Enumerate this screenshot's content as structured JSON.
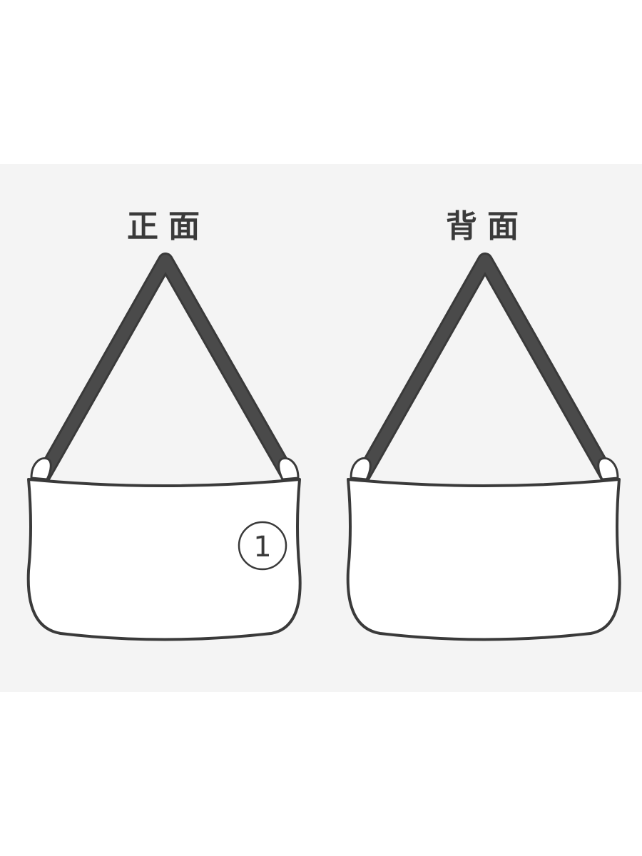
{
  "labels": {
    "front": "正面",
    "back": "背面"
  },
  "callouts": {
    "front_marker": "1"
  },
  "colors": {
    "background_panel": "#f4f4f4",
    "outline": "#3a3a3a",
    "strap": "#4a4a4a",
    "bag_fill": "#ffffff"
  }
}
